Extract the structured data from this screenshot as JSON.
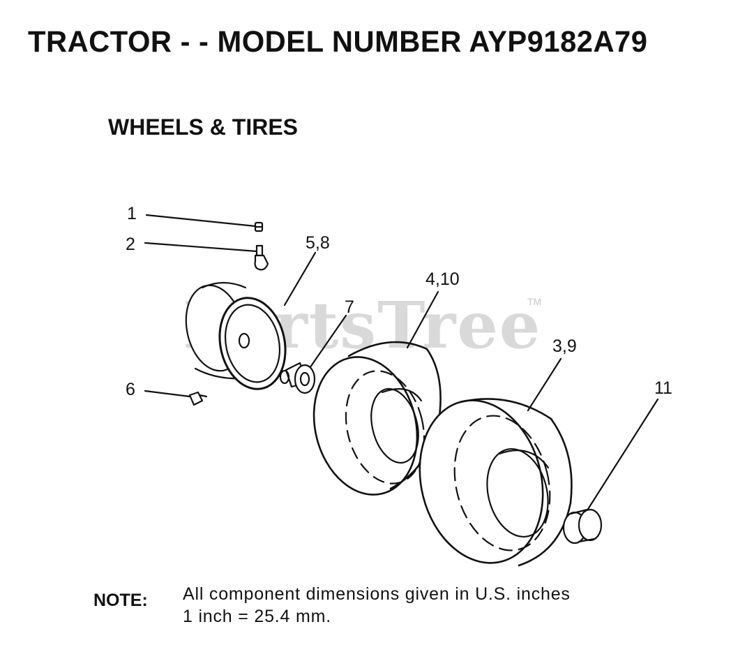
{
  "header": {
    "title": "TRACTOR - - MODEL NUMBER AYP9182A79",
    "subtitle": "WHEELS & TIRES"
  },
  "watermark": {
    "text": "PartsTree",
    "mark": "TM"
  },
  "callouts": [
    {
      "id": "c1",
      "label": "1"
    },
    {
      "id": "c2",
      "label": "2"
    },
    {
      "id": "c58",
      "label": "5,8"
    },
    {
      "id": "c410",
      "label": "4,10"
    },
    {
      "id": "c7",
      "label": "7"
    },
    {
      "id": "c39",
      "label": "3,9"
    },
    {
      "id": "c6",
      "label": "6"
    },
    {
      "id": "c11",
      "label": "11"
    }
  ],
  "note": {
    "label": "NOTE:",
    "line1": "All component dimensions given in U.S. inches",
    "line2": "1 inch = 25.4 mm."
  }
}
